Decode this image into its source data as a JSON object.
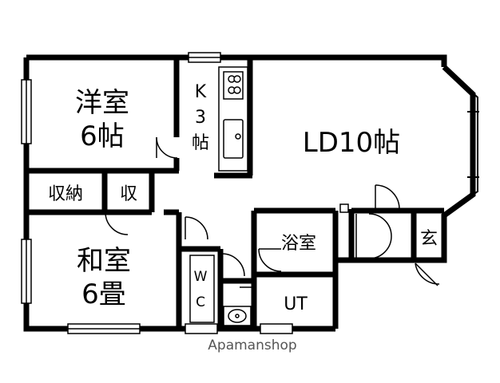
{
  "rooms": {
    "western": {
      "name": "洋室",
      "size": "6帖"
    },
    "kitchen": {
      "k": "K",
      "num": "3",
      "unit": "帖"
    },
    "ld": {
      "label": "LD10帖"
    },
    "storage1": {
      "label": "収納"
    },
    "storage2": {
      "label": "収"
    },
    "japanese": {
      "name": "和室",
      "size": "6畳"
    },
    "bath": {
      "label": "浴室"
    },
    "wc": {
      "w": "W",
      "c": "C"
    },
    "ut": {
      "label": "UT"
    },
    "entrance": {
      "label": "玄"
    }
  },
  "watermark": "Apamanshop",
  "colors": {
    "wall": "#000000",
    "background": "#ffffff",
    "watermark": "#555555"
  }
}
